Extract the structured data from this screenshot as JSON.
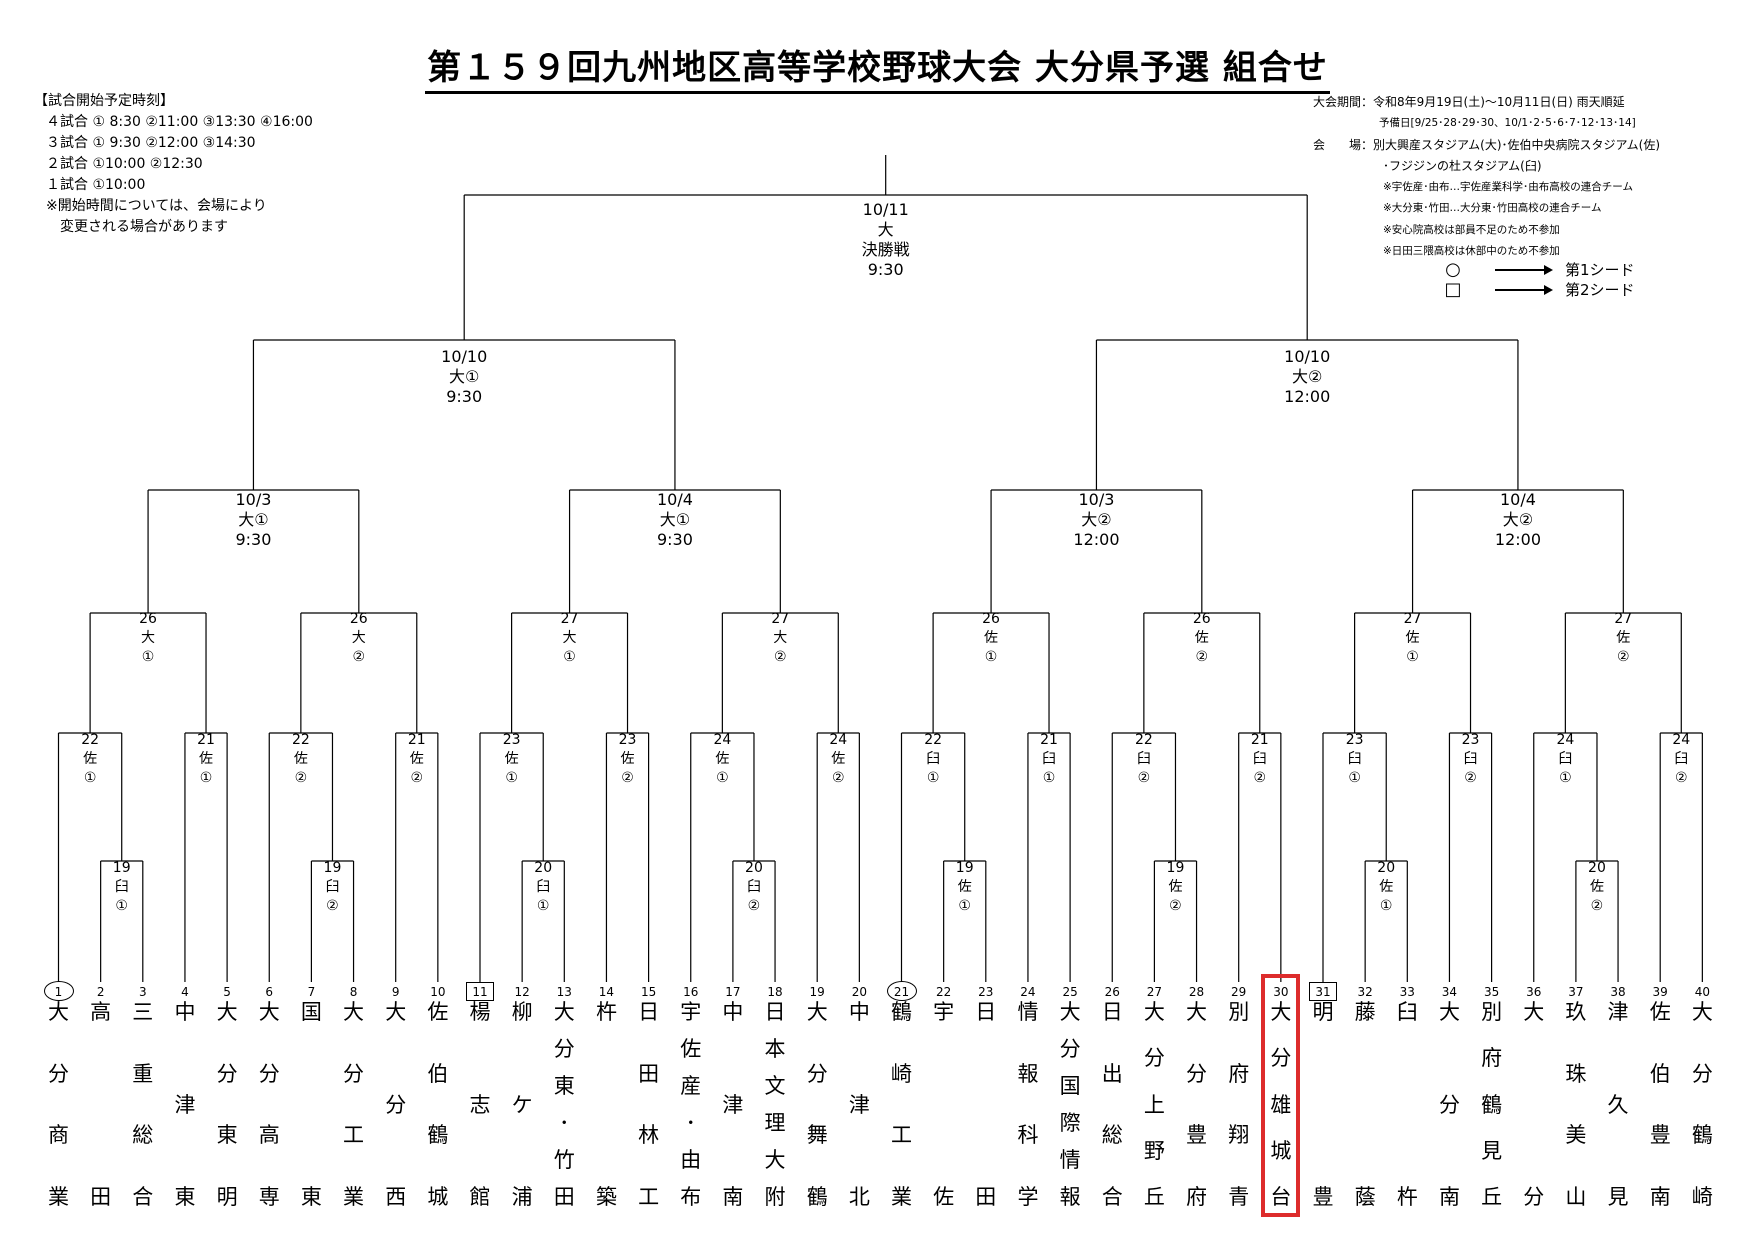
{
  "title": "第１５９回九州地区高等学校野球大会 大分県予選 組合せ",
  "start_times": {
    "heading": "【試合開始予定時刻】",
    "rows": [
      "４試合 ① 8:30 ②11:00 ③13:30 ④16:00",
      "３試合 ① 9:30 ②12:00 ③14:30",
      "２試合 ①10:00 ②12:30",
      "１試合 ①10:00",
      "※開始時間については、会場により",
      "　変更される場合があります"
    ]
  },
  "info": {
    "rows": [
      "大会期間：令和8年9月19日(土)～10月11日(日) 雨天順延",
      "予備日[9/25･28･29･30、10/1･2･5･6･7･12･13･14]",
      "会　　場：別大興産スタジアム(大)･佐伯中央病院スタジアム(佐)",
      "･フジジンの杜スタジアム(臼)",
      "※宇佐産･由布…宇佐産業科学･由布高校の連合チーム",
      "※大分東･竹田…大分東･竹田高校の連合チーム",
      "※安心院高校は部員不足のため不参加",
      "※日田三隈高校は休部中のため不参加"
    ]
  },
  "legend": [
    {
      "mark": "○",
      "label": "第1シード"
    },
    {
      "mark": "□",
      "label": "第2シード"
    }
  ],
  "final": {
    "lines": [
      "10/11",
      "大",
      "決勝戦",
      "9:30"
    ]
  },
  "semis": [
    {
      "lines": [
        "10/10",
        "大①",
        "9:30"
      ]
    },
    {
      "lines": [
        "10/10",
        "大②",
        "12:00"
      ]
    }
  ],
  "quarters": [
    {
      "lines": [
        "10/3",
        "大①",
        "9:30"
      ]
    },
    {
      "lines": [
        "10/4",
        "大①",
        "9:30"
      ]
    },
    {
      "lines": [
        "10/3",
        "大②",
        "12:00"
      ]
    },
    {
      "lines": [
        "10/4",
        "大②",
        "12:00"
      ]
    }
  ],
  "r3": [
    {
      "lines": [
        "26",
        "大",
        "①"
      ]
    },
    {
      "lines": [
        "26",
        "大",
        "②"
      ]
    },
    {
      "lines": [
        "27",
        "大",
        "①"
      ]
    },
    {
      "lines": [
        "27",
        "大",
        "②"
      ]
    },
    {
      "lines": [
        "26",
        "佐",
        "①"
      ]
    },
    {
      "lines": [
        "26",
        "佐",
        "②"
      ]
    },
    {
      "lines": [
        "27",
        "佐",
        "①"
      ]
    },
    {
      "lines": [
        "27",
        "佐",
        "②"
      ]
    }
  ],
  "r2": [
    {
      "lines": [
        "22",
        "佐",
        "①"
      ]
    },
    {
      "lines": [
        "21",
        "佐",
        "①"
      ]
    },
    {
      "lines": [
        "22",
        "佐",
        "②"
      ]
    },
    {
      "lines": [
        "21",
        "佐",
        "②"
      ]
    },
    {
      "lines": [
        "23",
        "佐",
        "①"
      ]
    },
    {
      "lines": [
        "23",
        "佐",
        "②"
      ]
    },
    {
      "lines": [
        "24",
        "佐",
        "①"
      ]
    },
    {
      "lines": [
        "24",
        "佐",
        "②"
      ]
    },
    {
      "lines": [
        "22",
        "臼",
        "①"
      ]
    },
    {
      "lines": [
        "21",
        "臼",
        "①"
      ]
    },
    {
      "lines": [
        "22",
        "臼",
        "②"
      ]
    },
    {
      "lines": [
        "21",
        "臼",
        "②"
      ]
    },
    {
      "lines": [
        "23",
        "臼",
        "①"
      ]
    },
    {
      "lines": [
        "23",
        "臼",
        "②"
      ]
    },
    {
      "lines": [
        "24",
        "臼",
        "①"
      ]
    },
    {
      "lines": [
        "24",
        "臼",
        "②"
      ]
    }
  ],
  "r1": [
    {
      "lines": [
        "19",
        "臼",
        "①"
      ]
    },
    {
      "lines": [
        "19",
        "臼",
        "②"
      ]
    },
    {
      "lines": [
        "20",
        "臼",
        "①"
      ]
    },
    {
      "lines": [
        "20",
        "臼",
        "②"
      ]
    },
    {
      "lines": [
        "19",
        "佐",
        "①"
      ]
    },
    {
      "lines": [
        "19",
        "佐",
        "②"
      ]
    },
    {
      "lines": [
        "20",
        "佐",
        "①"
      ]
    },
    {
      "lines": [
        "20",
        "佐",
        "②"
      ]
    }
  ],
  "teams": [
    {
      "no": "1",
      "seed": "circle",
      "chars": [
        "大",
        "分",
        "商",
        "業"
      ]
    },
    {
      "no": "2",
      "chars": [
        "高",
        "",
        "",
        "田"
      ]
    },
    {
      "no": "3",
      "chars": [
        "三",
        "重",
        "総",
        "合"
      ]
    },
    {
      "no": "4",
      "chars": [
        "中",
        "",
        "津",
        "",
        "東"
      ]
    },
    {
      "no": "5",
      "chars": [
        "大",
        "分",
        "東",
        "明"
      ]
    },
    {
      "no": "6",
      "chars": [
        "大",
        "分",
        "高",
        "専"
      ]
    },
    {
      "no": "7",
      "chars": [
        "国",
        "",
        "",
        "東"
      ]
    },
    {
      "no": "8",
      "chars": [
        "大",
        "分",
        "工",
        "業"
      ]
    },
    {
      "no": "9",
      "chars": [
        "大",
        "",
        "分",
        "",
        "西"
      ]
    },
    {
      "no": "10",
      "chars": [
        "佐",
        "伯",
        "鶴",
        "城"
      ]
    },
    {
      "no": "11",
      "seed": "square",
      "chars": [
        "楊",
        "志",
        "館"
      ]
    },
    {
      "no": "12",
      "chars": [
        "柳",
        "ケ",
        "浦"
      ]
    },
    {
      "no": "13",
      "chars": [
        "大",
        "分",
        "東",
        "･",
        "竹",
        "田"
      ]
    },
    {
      "no": "14",
      "chars": [
        "杵",
        "",
        "",
        "築"
      ]
    },
    {
      "no": "15",
      "chars": [
        "日",
        "田",
        "林",
        "工"
      ]
    },
    {
      "no": "16",
      "chars": [
        "宇",
        "佐",
        "産",
        "･",
        "由",
        "布"
      ]
    },
    {
      "no": "17",
      "chars": [
        "中",
        "",
        "津",
        "",
        "南"
      ]
    },
    {
      "no": "18",
      "chars": [
        "日",
        "本",
        "文",
        "理",
        "大",
        "附"
      ]
    },
    {
      "no": "19",
      "chars": [
        "大",
        "分",
        "舞",
        "鶴"
      ]
    },
    {
      "no": "20",
      "chars": [
        "中",
        "",
        "津",
        "",
        "北"
      ]
    },
    {
      "no": "21",
      "seed": "circle",
      "chars": [
        "鶴",
        "崎",
        "工",
        "業"
      ]
    },
    {
      "no": "22",
      "chars": [
        "宇",
        "",
        "",
        "佐"
      ]
    },
    {
      "no": "23",
      "chars": [
        "日",
        "",
        "",
        "田"
      ]
    },
    {
      "no": "24",
      "chars": [
        "情",
        "報",
        "科",
        "学"
      ]
    },
    {
      "no": "25",
      "chars": [
        "大",
        "分",
        "国",
        "際",
        "情",
        "報"
      ]
    },
    {
      "no": "26",
      "chars": [
        "日",
        "出",
        "総",
        "合"
      ]
    },
    {
      "no": "27",
      "chars": [
        "大",
        "分",
        "上",
        "野",
        "丘"
      ]
    },
    {
      "no": "28",
      "chars": [
        "大",
        "分",
        "豊",
        "府"
      ]
    },
    {
      "no": "29",
      "chars": [
        "別",
        "府",
        "翔",
        "青"
      ]
    },
    {
      "no": "30",
      "chars": [
        "大",
        "分",
        "雄",
        "城",
        "台"
      ]
    },
    {
      "no": "31",
      "seed": "square",
      "chars": [
        "明",
        "",
        "",
        "豊"
      ]
    },
    {
      "no": "32",
      "chars": [
        "藤",
        "",
        "",
        "蔭"
      ]
    },
    {
      "no": "33",
      "chars": [
        "臼",
        "",
        "",
        "杵"
      ]
    },
    {
      "no": "34",
      "chars": [
        "大",
        "",
        "分",
        "",
        "南"
      ]
    },
    {
      "no": "35",
      "chars": [
        "別",
        "府",
        "鶴",
        "見",
        "丘"
      ]
    },
    {
      "no": "36",
      "chars": [
        "大",
        "",
        "",
        "分"
      ]
    },
    {
      "no": "37",
      "chars": [
        "玖",
        "珠",
        "美",
        "山"
      ]
    },
    {
      "no": "38",
      "chars": [
        "津",
        "",
        "久",
        "",
        "見"
      ]
    },
    {
      "no": "39",
      "chars": [
        "佐",
        "伯",
        "豊",
        "南"
      ]
    },
    {
      "no": "40",
      "chars": [
        "大",
        "分",
        "鶴",
        "崎"
      ]
    }
  ],
  "highlight_team": "30",
  "colors": {
    "line": "#000000",
    "highlight": "#dd2c2c"
  }
}
